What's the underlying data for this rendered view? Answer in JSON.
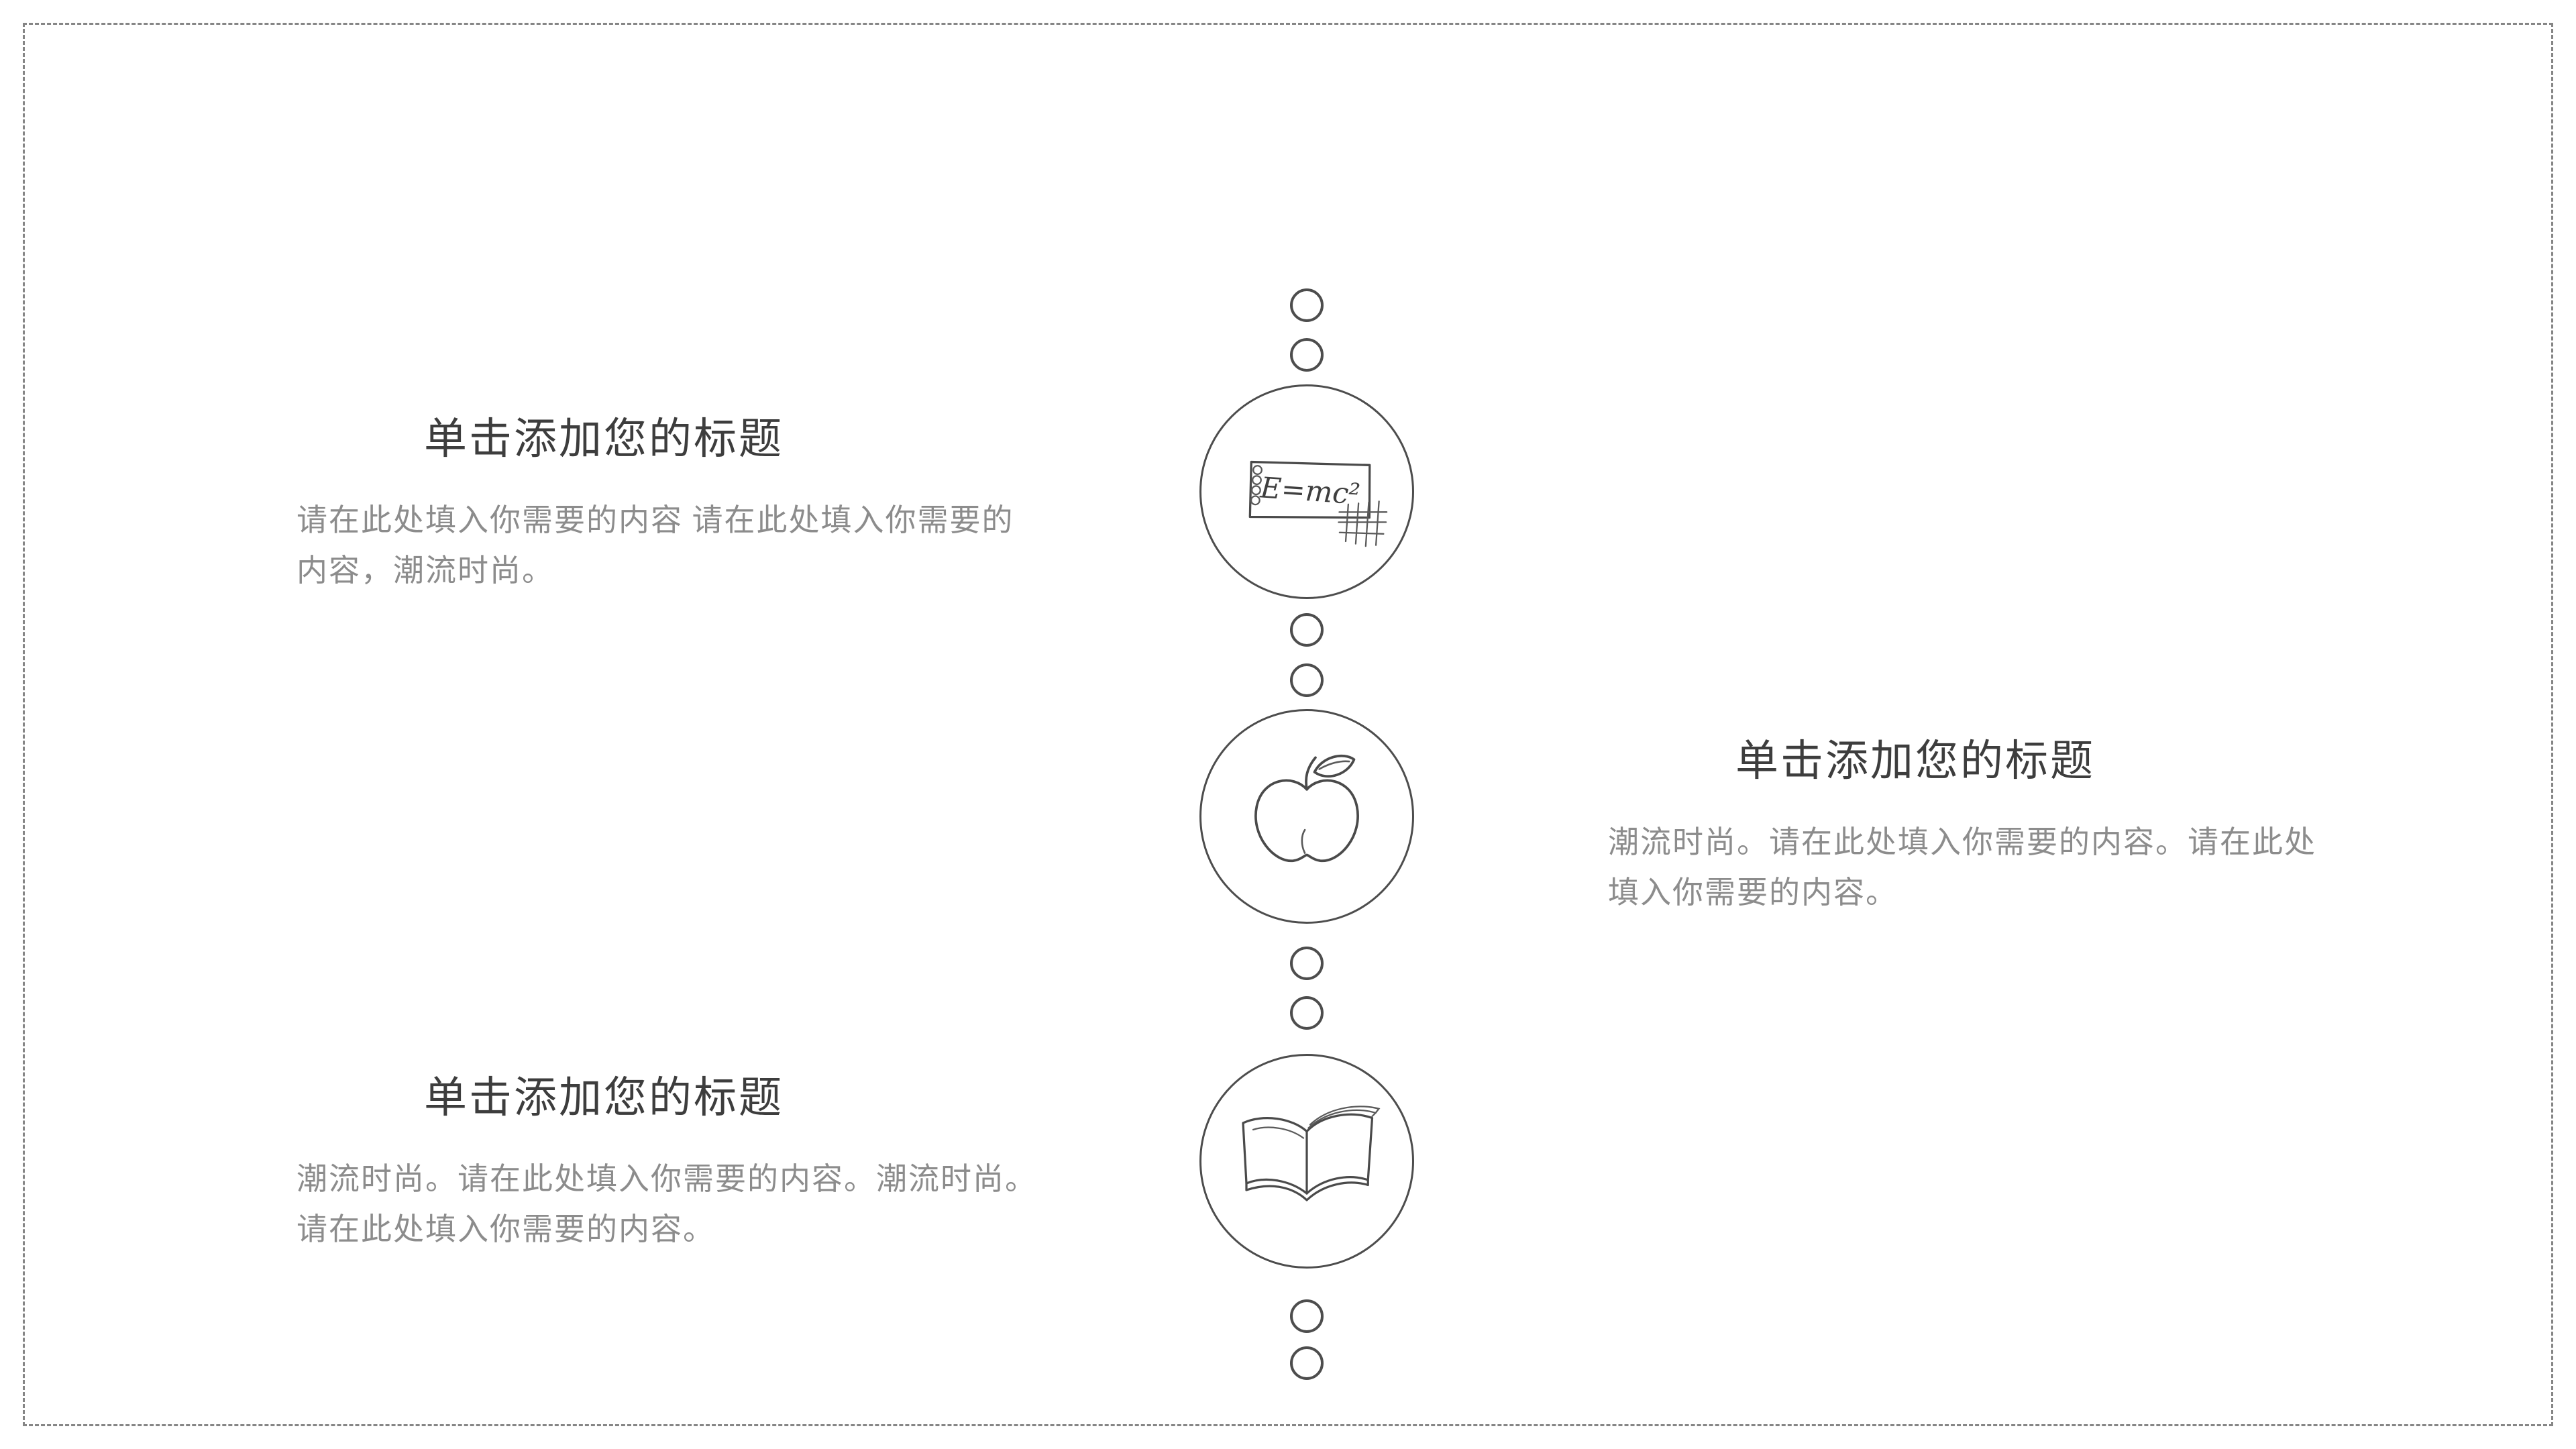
{
  "slide": {
    "background_color": "#ffffff",
    "border_color": "#858585",
    "line_color": "#4d4d4d",
    "title_color": "#3d3d3d",
    "body_color": "#8c8c8c"
  },
  "timeline": {
    "items": [
      {
        "icon": "formula-note-icon",
        "label": "E=mc²"
      },
      {
        "icon": "apple-icon"
      },
      {
        "icon": "open-book-icon"
      }
    ]
  },
  "blocks": [
    {
      "title": "单击添加您的标题",
      "body": "请在此处填入你需要的内容  请在此处填入你需要的\n内容，潮流时尚。"
    },
    {
      "title": "单击添加您的标题",
      "body": "潮流时尚。请在此处填入你需要的内容。请在此处\n填入你需要的内容。"
    },
    {
      "title": "单击添加您的标题",
      "body": "潮流时尚。请在此处填入你需要的内容。潮流时尚。\n请在此处填入你需要的内容。"
    }
  ]
}
